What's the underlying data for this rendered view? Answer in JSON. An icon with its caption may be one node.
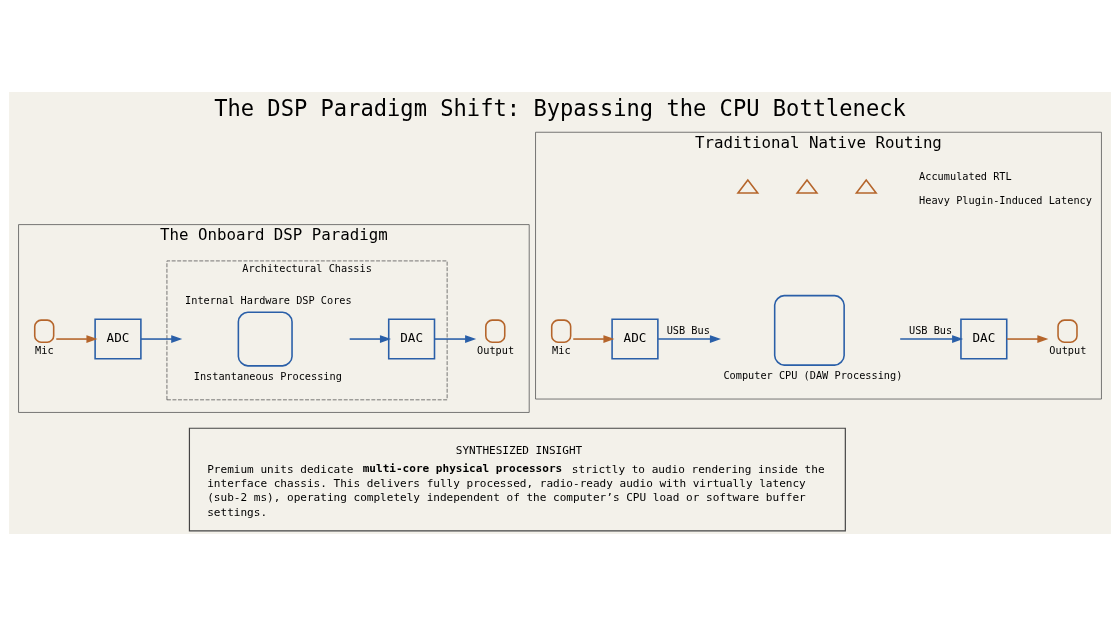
{
  "diagram": {
    "title": "The DSP Paradigm Shift: Bypassing the CPU Bottleneck",
    "nodes": [
      {
        "text": [
          "Traditional Native Routing"
        ]
      },
      {
        "text": [
          "Mic"
        ],
        "in": 0
      },
      {
        "text": [
          "ADC"
        ],
        "in": 0
      },
      {
        "text": [
          "Computer CPU (DAW Processing)"
        ],
        "in": 0,
        "beside": [
          "Accumulated RTL",
          "Heavy Plugin-Induced Latency"
        ]
      },
      {
        "text": [
          "DAC"
        ],
        "in": 0
      },
      {
        "text": [
          "Output"
        ],
        "in": 0
      },
      {
        "text": [
          "The Onboard DSP Paradigm"
        ]
      },
      {
        "text": [
          "Mic"
        ],
        "in": 6
      },
      {
        "text": [
          "ADC"
        ],
        "in": 6
      },
      {
        "text": [
          "Architectural Chassis"
        ],
        "in": 6
      },
      {
        "text": [
          "Internal Hardware DSP Cores",
          "Instantaneous Processing"
        ],
        "in": 9
      },
      {
        "text": [
          "DAC"
        ],
        "in": 9
      },
      {
        "text": [
          "Output"
        ],
        "in": 6
      },
      {
        "text": [
          "SYNTHESIZED INSIGHT",
          "Premium units dedicate **multi-core physical processors** strictly to audio rendering inside the interface chassis. This delivers fully processed, radio-ready audio with virtually latency (sub-2 ms), operating completely independent of the computer’s CPU load or software buffer settings."
        ]
      }
    ],
    "edges": [
      {
        "from": 1,
        "to": 2,
        "arrow": "to",
        "color": "#b5652b"
      },
      {
        "from": 2,
        "to": 3,
        "arrow": "to",
        "label": "USB Bus"
      },
      {
        "from": 3,
        "to": 4,
        "arrow": "to",
        "label": "USB Bus"
      },
      {
        "from": 4,
        "to": 5,
        "arrow": "to",
        "color": "#b5652b"
      },
      {
        "from": 7,
        "to": 8,
        "arrow": "to",
        "color": "#b5652b"
      },
      {
        "from": 8,
        "to": 10,
        "arrow": "to"
      },
      {
        "from": 10,
        "to": 11,
        "arrow": "to"
      },
      {
        "from": 11,
        "to": 12,
        "arrow": "to"
      }
    ]
  }
}
